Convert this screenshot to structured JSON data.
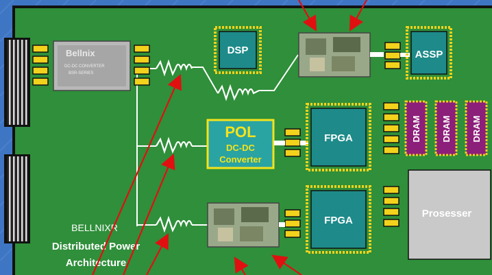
{
  "module": {
    "brand": "Bellnix",
    "line1": "DC-DC CONVERTER",
    "line2": "BSR-SERIES"
  },
  "chips": {
    "dsp": "DSP",
    "assp": "ASSP",
    "fpga_top": "FPGA",
    "fpga_bottom": "FPGA",
    "processor": "Prosesser",
    "dram": [
      "DRAM",
      "DRAM",
      "DRAM"
    ]
  },
  "pol": {
    "title": "POL",
    "subtitle_line1": "DC-DC",
    "subtitle_line2": "Converter"
  },
  "caption": {
    "brand": "BELLNIXR",
    "line1": "Distributed Power",
    "line2": "Architecture"
  },
  "colors": {
    "pcb": "#2f8f3a",
    "chip": "#1e8a8a",
    "dram": "#8c1f7a",
    "pol_fill": "#2aa3a3",
    "pol_text": "#f5e31a",
    "arrow": "#e01010",
    "connector_pad": "#f2d21c",
    "processor": "#c9c9c9"
  }
}
